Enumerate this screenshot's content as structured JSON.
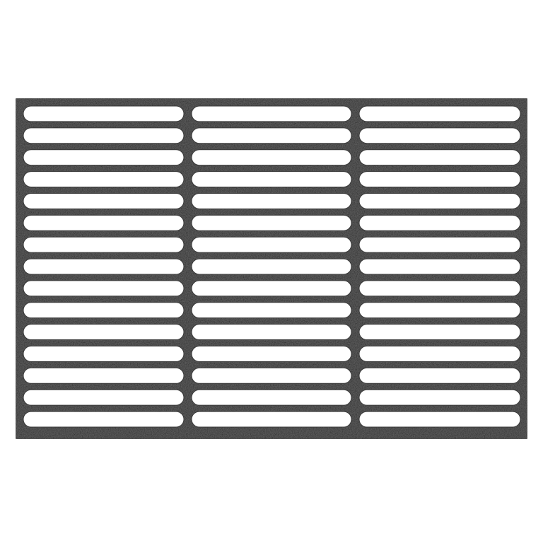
{
  "image": {
    "subject": "cast-iron-grill-grate",
    "columns": 3,
    "rows": 15,
    "colors": {
      "background": "#ffffff",
      "iron": "#1f1f1f",
      "iron_highlight": "#3a3a3a",
      "slot": "#ffffff"
    }
  }
}
